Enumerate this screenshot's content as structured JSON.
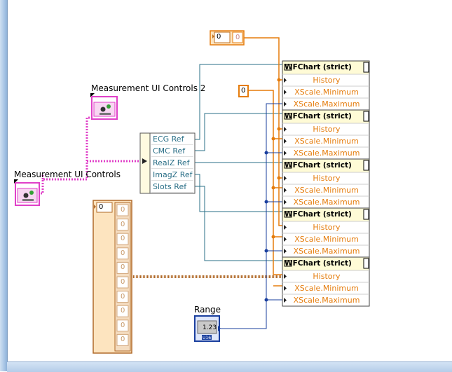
{
  "window": {
    "frame": "Windows 7 block diagram"
  },
  "cluster_controls": [
    {
      "label": "Measurement UI Controls 2"
    },
    {
      "label": "Measurement UI Controls"
    }
  ],
  "unbundle": {
    "items": [
      "ECG Ref",
      "CMC Ref",
      "RealZ Ref",
      "ImagZ Ref",
      "Slots Ref"
    ]
  },
  "property_nodes": [
    {
      "title": "WFChart (strict)",
      "props": [
        "History",
        "XScale.Minimum",
        "XScale.Maximum"
      ]
    },
    {
      "title": "WFChart (strict)",
      "props": [
        "History",
        "XScale.Minimum",
        "XScale.Maximum"
      ]
    },
    {
      "title": "WFChart (strict)",
      "props": [
        "History",
        "XScale.Minimum",
        "XScale.Maximum"
      ]
    },
    {
      "title": "WFChart (strict)",
      "props": [
        "History",
        "XScale.Minimum",
        "XScale.Maximum"
      ]
    },
    {
      "title": "WFChart (strict)",
      "props": [
        "History",
        "XScale.Minimum",
        "XScale.Maximum"
      ]
    }
  ],
  "constants": {
    "top_array_index": "0",
    "top_array_value": "0",
    "xmin_constant": "0",
    "big_array_index": "0",
    "big_array_values": [
      "0",
      "0",
      "0",
      "0",
      "0",
      "0",
      "0",
      "0",
      "0",
      "0"
    ]
  },
  "range_control": {
    "label": "Range",
    "display": "1.23",
    "type_badge": "U16"
  },
  "colors": {
    "orange": "#e57c0c",
    "teal": "#2a6f87",
    "pink": "#e040c8",
    "blue": "#1a3f9e",
    "brown": "#b06a2a"
  }
}
